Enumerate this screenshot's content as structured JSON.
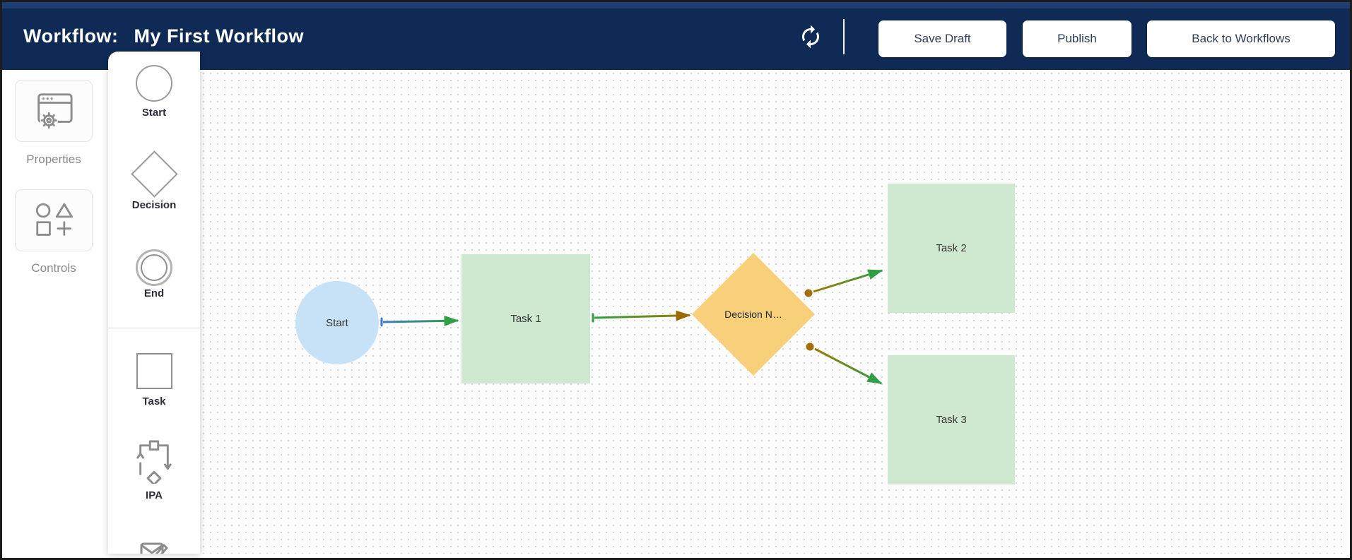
{
  "header": {
    "title_label": "Workflow:",
    "title_value": "My First Workflow",
    "refresh_icon": "refresh-icon",
    "buttons": [
      {
        "label": "Save Draft"
      },
      {
        "label": "Publish"
      },
      {
        "label": "Back to Workflows"
      }
    ]
  },
  "sidebar": {
    "items": [
      {
        "label": "Properties",
        "icon": "window-gear-icon"
      },
      {
        "label": "Controls",
        "icon": "shapes-icon"
      }
    ]
  },
  "palette": {
    "items": [
      {
        "label": "Start",
        "shape": "circle"
      },
      {
        "label": "Decision",
        "shape": "diamond"
      },
      {
        "label": "End",
        "shape": "double-circle"
      },
      {
        "label": "Task",
        "shape": "square"
      },
      {
        "label": "IPA",
        "shape": "cycle-icon"
      }
    ],
    "partial_item_icon": "compose-icon"
  },
  "canvas": {
    "nodes": [
      {
        "id": "start",
        "label": "Start",
        "type": "circle",
        "fill": "#c7e2f6"
      },
      {
        "id": "task1",
        "label": "Task 1",
        "type": "rect",
        "fill": "#cfe9d0"
      },
      {
        "id": "decision",
        "label": "Decision N…",
        "type": "diamond",
        "fill": "#f9d07a"
      },
      {
        "id": "task2",
        "label": "Task 2",
        "type": "rect",
        "fill": "#cfe9d0"
      },
      {
        "id": "task3",
        "label": "Task 3",
        "type": "rect",
        "fill": "#cfe9d0"
      }
    ],
    "edges": [
      {
        "from": "Start",
        "to": "Task 1",
        "start_color": "#3c7dc0",
        "end_color": "#2f9e45"
      },
      {
        "from": "Task 1",
        "to": "Decision N…",
        "start_color": "#2f9e45",
        "end_color": "#9a7b00"
      },
      {
        "from": "Decision N…",
        "to": "Task 2",
        "start_color": "#9a7b00",
        "end_color": "#2f9e45"
      },
      {
        "from": "Decision N…",
        "to": "Task 3",
        "start_color": "#9a7b00",
        "end_color": "#2f9e45"
      }
    ]
  },
  "colors": {
    "navy": "#0e2a55",
    "btntext": "#2f3e55",
    "canvasbg": "#fcfcfc",
    "dot": "#d8d8d8",
    "nodeblue": "#c7e2f6",
    "nodegreen": "#cfe9d0",
    "nodeamber": "#f9d07a",
    "edgeblue": "#3c7dc0",
    "edgegreen": "#2f9e45",
    "edgeolive": "#9a7b00",
    "edgebrown": "#9a6b00",
    "edgedot": "#a36d00"
  }
}
